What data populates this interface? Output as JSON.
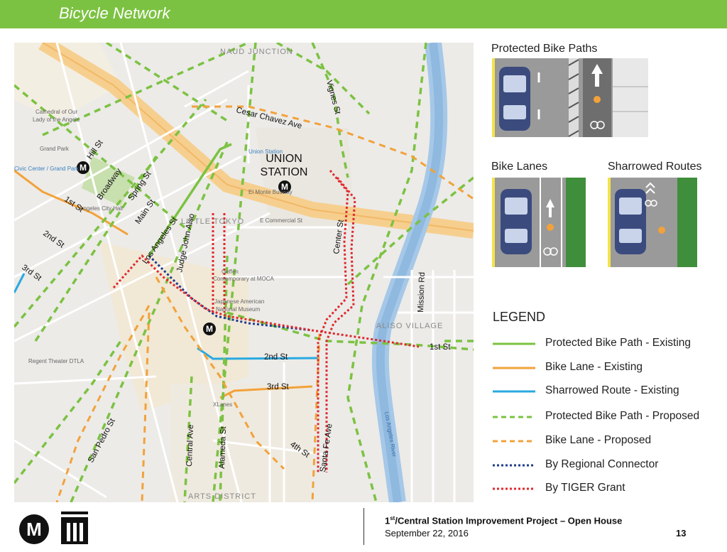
{
  "header": {
    "title": "Bicycle Network",
    "background": "#7cc242"
  },
  "map": {
    "neighborhoods": [
      "NAUD JUNCTION",
      "LITTLE TOKYO",
      "ALISO VILLAGE",
      "ARTS DISTRICT"
    ],
    "station": [
      "UNION",
      "STATION"
    ],
    "metro_marker": "M",
    "streets": {
      "cesar_chavez": "Cesar Chavez Ave",
      "vignes": "Vignes St",
      "hill": "Hill St",
      "broadway": "Broadway",
      "spring": "Spring St",
      "main": "Main St",
      "los_angeles": "Los Angeles St",
      "judge_john_aiso": "Judge John Aiso",
      "first": "1st St",
      "first_east": "1st St",
      "second": "2nd St",
      "second_east": "2nd St",
      "third": "3rd St",
      "third_east": "3rd St",
      "fourth": "4th St",
      "center": "Center St",
      "mission": "Mission Rd",
      "santa_fe": "Santa Fe Ave",
      "central": "Central Ave",
      "alameda": "Alameda St",
      "san_pedro": "San Pedro St"
    },
    "poi": {
      "cathedral": [
        "Cathedral of Our",
        "Lady of the Angels"
      ],
      "grand_park": "Grand Park",
      "civic_center": "Civic Center / Grand Park",
      "city_hall": "Angeles City Hall",
      "geffen": [
        "Geffen",
        "Contemporary at MOCA"
      ],
      "museum": [
        "Japanese American",
        "National Museum"
      ],
      "regent": "Regent Theater DTLA",
      "xlanes": "XLanes",
      "la_river": "Los Angeles River",
      "el_monte": "El Monte Busway",
      "commercial": "E Commercial St",
      "union_station_small": "Union Station"
    }
  },
  "panels": {
    "protected": "Protected Bike Paths",
    "bike_lanes": "Bike Lanes",
    "sharrowed": "Sharrowed Routes"
  },
  "legend": {
    "heading": "LEGEND",
    "items": [
      {
        "label": "Protected Bike Path - Existing",
        "color": "#7cc242",
        "style": "solid"
      },
      {
        "label": "Bike Lane - Existing",
        "color": "#f2a23a",
        "style": "solid"
      },
      {
        "label": "Sharrowed Route - Existing",
        "color": "#29a9e1",
        "style": "solid"
      },
      {
        "label": "Protected Bike Path - Proposed",
        "color": "#7cc242",
        "style": "dashed"
      },
      {
        "label": "Bike Lane - Proposed",
        "color": "#f2a23a",
        "style": "dashed"
      },
      {
        "label": "By Regional Connector",
        "color": "#1f3b8f",
        "style": "dotted"
      },
      {
        "label": "By TIGER Grant",
        "color": "#e0282e",
        "style": "dotted"
      }
    ]
  },
  "footer": {
    "project_sup": "st",
    "project_pre": "1",
    "project_rest": "/Central Station Improvement Project – Open House",
    "date": "September 22, 2016",
    "page": "13",
    "logo_letter": "M"
  }
}
